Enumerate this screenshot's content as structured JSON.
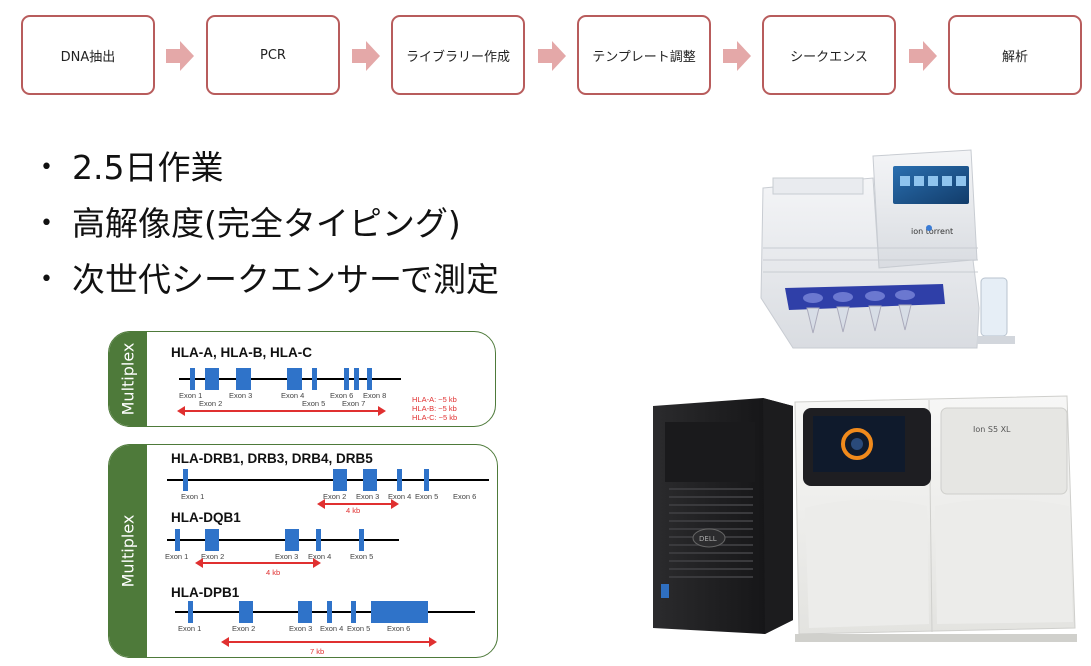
{
  "workflow": {
    "steps": [
      "DNA抽出",
      "PCR",
      "ライブラリー作成",
      "テンプレート調整",
      "シークエンス",
      "解析"
    ]
  },
  "bullets": [
    "2.5日作業",
    "高解像度(完全タイピング)",
    "次世代シークエンサーで測定"
  ],
  "panel1": {
    "side_label": "Multiplex",
    "gene": "HLA-A, HLA-B, HLA-C",
    "exon_labels": [
      "Exon 1",
      "Exon 2",
      "Exon 3",
      "Exon 4",
      "Exon 5",
      "Exon 6",
      "Exon 7",
      "Exon 8"
    ],
    "sizes": [
      "HLA-A: ~5 kb",
      "HLA-B: ~5 kb",
      "HLA-C: ~5 kb"
    ]
  },
  "panel2": {
    "side_label": "Multiplex",
    "drb": {
      "gene": "HLA-DRB1, DRB3, DRB4, DRB5",
      "exon_labels": [
        "Exon 1",
        "Exon 2",
        "Exon 3",
        "Exon 4",
        "Exon 5",
        "Exon 6"
      ],
      "kb": "4 kb"
    },
    "dqb": {
      "gene": "HLA-DQB1",
      "exon_labels": [
        "Exon 1",
        "Exon 2",
        "Exon 3",
        "Exon 4",
        "Exon 5"
      ],
      "kb": "4 kb"
    },
    "dpb": {
      "gene": "HLA-DPB1",
      "exon_labels": [
        "Exon 1",
        "Exon 2",
        "Exon 3",
        "Exon 4",
        "Exon 5",
        "Exon 6"
      ],
      "kb": "7 kb"
    }
  },
  "devices": {
    "chef_screen_text": "ion torrent",
    "s5_label": "Ion S5 XL",
    "server_brand": "DELL"
  },
  "colors": {
    "step_border": "#b85c5c",
    "arrow": "#e4a8a8",
    "panel_green": "#4e7a3a",
    "exon_blue": "#2f73c9",
    "range_red": "#e03030"
  }
}
